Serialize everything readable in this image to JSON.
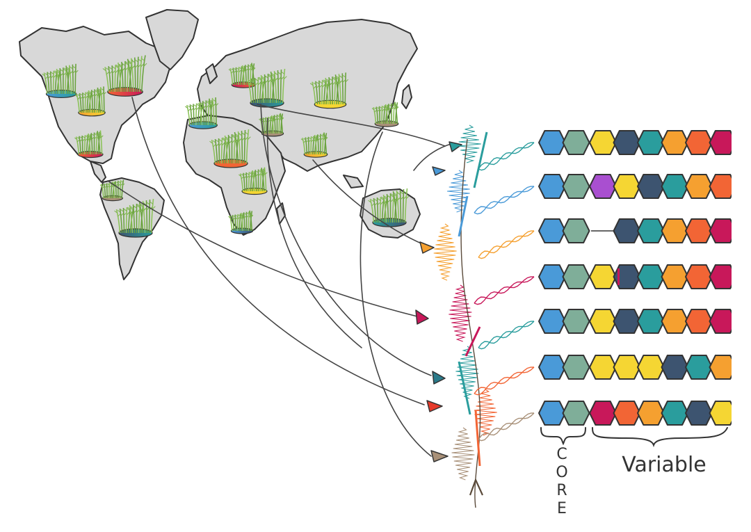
{
  "labels": {
    "core_letters": [
      "C",
      "O",
      "R",
      "E"
    ],
    "variable": "Variable"
  },
  "colors": {
    "blue": "#4a9ad8",
    "sage": "#7fae99",
    "yellow": "#f5d633",
    "navy": "#3d5470",
    "teal": "#2a9d9d",
    "orange": "#f5a030",
    "red_orange": "#f26535",
    "crimson": "#c8185a",
    "purple": "#a94fd0",
    "brown": "#a89078",
    "map_fill": "#d8d8d8",
    "outline": "#333333",
    "grass": "#7ab04a"
  },
  "genome_rows": [
    [
      "blue",
      "sage",
      "yellow",
      "navy",
      "teal",
      "orange",
      "red_orange",
      "crimson"
    ],
    [
      "blue",
      "sage",
      "purple",
      "yellow",
      "navy",
      "teal",
      "orange",
      "red_orange"
    ],
    [
      "blue",
      "sage",
      "gap",
      "navy",
      "teal",
      "orange",
      "red_orange",
      "crimson"
    ],
    [
      "blue",
      "sage",
      "yellow",
      "navy_red",
      "teal",
      "orange",
      "red_orange",
      "crimson"
    ],
    [
      "blue",
      "sage",
      "yellow",
      "navy",
      "teal",
      "orange",
      "red_orange",
      "crimson"
    ],
    [
      "blue",
      "sage",
      "yellow",
      "yellow",
      "yellow",
      "navy",
      "teal",
      "orange"
    ],
    [
      "blue",
      "sage",
      "crimson",
      "red_orange",
      "orange",
      "teal",
      "navy",
      "yellow"
    ]
  ],
  "branch_colors": [
    "teal",
    "blue",
    "blue",
    "orange",
    "crimson",
    "teal",
    "red_orange",
    "brown"
  ],
  "grass_patches": [
    {
      "base": [
        "blue",
        "teal"
      ]
    },
    {
      "base": [
        "orange",
        "yellow"
      ]
    },
    {
      "base": [
        "red_orange",
        "crimson"
      ]
    },
    {
      "base": [
        "crimson",
        "red_orange"
      ]
    },
    {
      "base": [
        "navy",
        "teal"
      ]
    },
    {
      "base": [
        "yellow",
        "yellow"
      ]
    },
    {
      "base": [
        "blue",
        "teal"
      ]
    },
    {
      "base": [
        "brown",
        "brown"
      ]
    },
    {
      "base": [
        "red_orange",
        "crimson"
      ]
    },
    {
      "base": [
        "brown",
        "brown"
      ]
    },
    {
      "base": [
        "red_orange",
        "red_orange"
      ]
    },
    {
      "base": [
        "orange",
        "yellow"
      ]
    },
    {
      "base": [
        "yellow",
        "yellow"
      ]
    },
    {
      "base": [
        "brown",
        "brown"
      ]
    },
    {
      "base": [
        "navy",
        "teal"
      ]
    },
    {
      "base": [
        "teal",
        "navy"
      ]
    },
    {
      "base": [
        "blue",
        "navy"
      ]
    }
  ]
}
